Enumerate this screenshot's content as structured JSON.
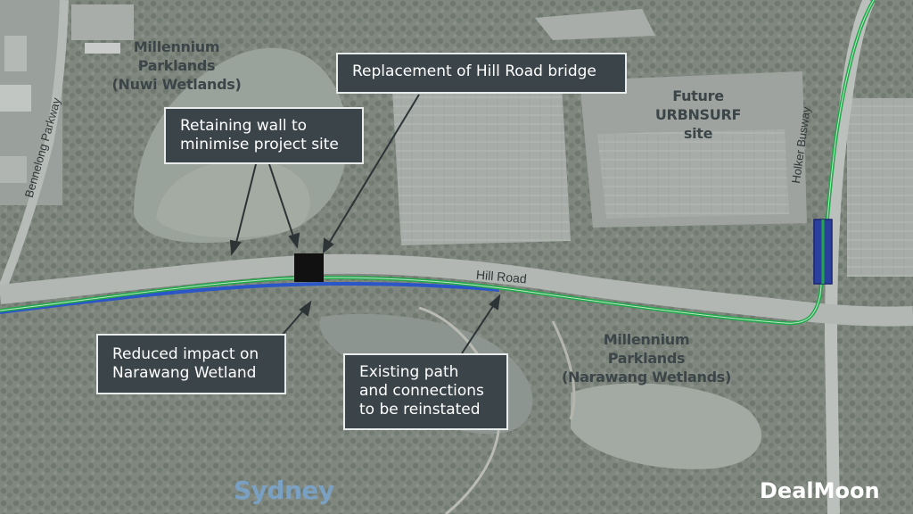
{
  "areas": {
    "nuwi": [
      "Millennium",
      "Parklands",
      "(Nuwi Wetlands)"
    ],
    "urbnsurf": [
      "Future",
      "URBNSURF",
      "site"
    ],
    "narawang": [
      "Millennium",
      "Parklands",
      "(Narawang Wetlands)"
    ]
  },
  "roads": {
    "bennelong": "Bennelong Parkway",
    "holker": "Holker Busway",
    "hill": "Hill Road"
  },
  "callouts": {
    "bridge": [
      "Replacement of Hill Road bridge"
    ],
    "retaining_wall": [
      "Retaining wall to",
      "minimise project site"
    ],
    "reduced_impact": [
      "Reduced impact on",
      "Narawang Wetland"
    ],
    "existing_path": [
      "Existing path",
      "and connections",
      "to be reinstated"
    ]
  },
  "watermarks": {
    "sydney": "Sydney",
    "brand": "DealMoon"
  },
  "colors": {
    "route_green": "#22a84a",
    "route_blue": "#2a56c8",
    "callout_bg": "#3a4449",
    "bridge_marker": "#111111",
    "busway_marker": "#2a3f9e"
  }
}
